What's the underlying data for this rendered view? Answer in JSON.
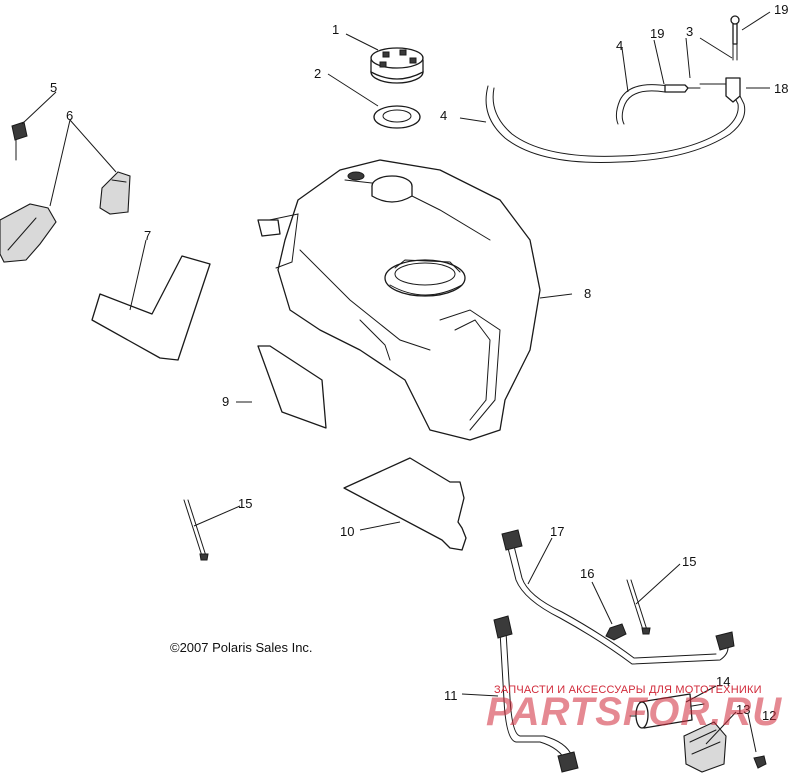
{
  "callouts": {
    "c1": "1",
    "c2": "2",
    "c3": "3",
    "c4a": "4",
    "c4b": "4",
    "c5": "5",
    "c6": "6",
    "c7": "7",
    "c8": "8",
    "c9": "9",
    "c10": "10",
    "c11": "11",
    "c12": "12",
    "c13": "13",
    "c14": "14",
    "c15a": "15",
    "c15b": "15",
    "c16": "16",
    "c17": "17",
    "c18": "18",
    "c19a": "19",
    "c19b": "19"
  },
  "copyright": "©2007 Polaris Sales Inc.",
  "watermark": {
    "tagline": "ЗАПЧАСТИ И АКСЕССУАРЫ ДЛЯ МОТОТЕХНИКИ",
    "logo": "PARTSFOR.RU",
    "color": "#d12a3a"
  }
}
